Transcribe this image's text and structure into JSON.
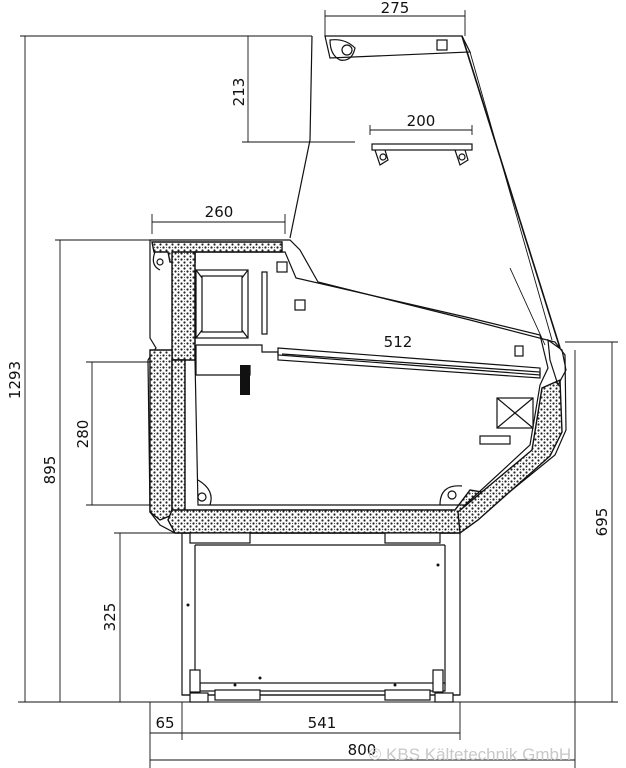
{
  "dimensions": {
    "top_width": "275",
    "top_height": "213",
    "shelf_width": "200",
    "work_surface_width": "260",
    "interior_width": "512",
    "total_height": "1293",
    "cabinet_height": "895",
    "display_height": "280",
    "front_height": "695",
    "base_height": "325",
    "left_offset": "65",
    "base_width": "541",
    "total_depth": "800"
  },
  "copyright": "© KBS Kältetechnik GmbH",
  "colors": {
    "line": "#111111",
    "insulation_dots": "#222222",
    "watermark": "#c8c8c8"
  }
}
